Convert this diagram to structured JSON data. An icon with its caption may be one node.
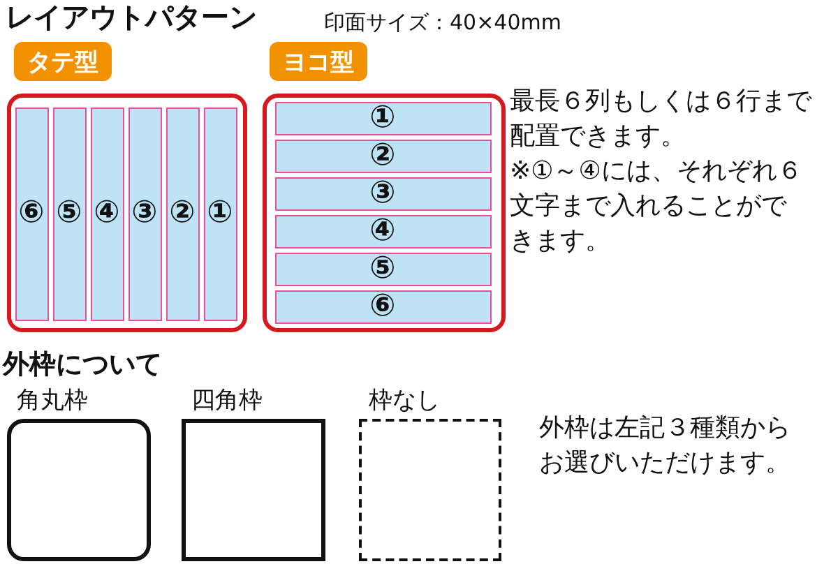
{
  "diagram": {
    "title": "レイアウトパターン",
    "nodes": [
      {
        "text": [
          "タテ型"
        ]
      },
      {
        "text": [],
        "shape": "box"
      },
      {
        "text": [
          "⑥"
        ],
        "in": 1
      },
      {
        "text": [
          "⑤"
        ],
        "in": 1
      },
      {
        "text": [
          "④"
        ],
        "in": 1
      },
      {
        "text": [
          "③"
        ],
        "in": 1
      },
      {
        "text": [
          "②"
        ],
        "in": 1
      },
      {
        "text": [
          "①"
        ],
        "in": 1
      },
      {
        "text": [
          "ヨコ型"
        ]
      },
      {
        "text": [],
        "shape": "box"
      },
      {
        "text": [
          "①"
        ],
        "in": 9
      },
      {
        "text": [
          "②"
        ],
        "in": 9
      },
      {
        "text": [
          "③"
        ],
        "in": 9
      },
      {
        "text": [
          "④"
        ],
        "in": 9
      },
      {
        "text": [
          "⑤"
        ],
        "in": 9
      },
      {
        "text": [
          "⑥"
        ],
        "in": 9
      },
      {
        "text": [
          "角丸枠"
        ]
      },
      {
        "text": [
          "四角枠"
        ]
      },
      {
        "text": [
          "枠なし"
        ]
      }
    ],
    "labels": [
      "印面サイズ：40×40mm",
      "最長６列もしくは６行まで配置できます。",
      "※①～④には、それぞれ６文字まで入れることができます。",
      "外枠について",
      "外枠は左記３種類からお選びいただけます。"
    ]
  }
}
